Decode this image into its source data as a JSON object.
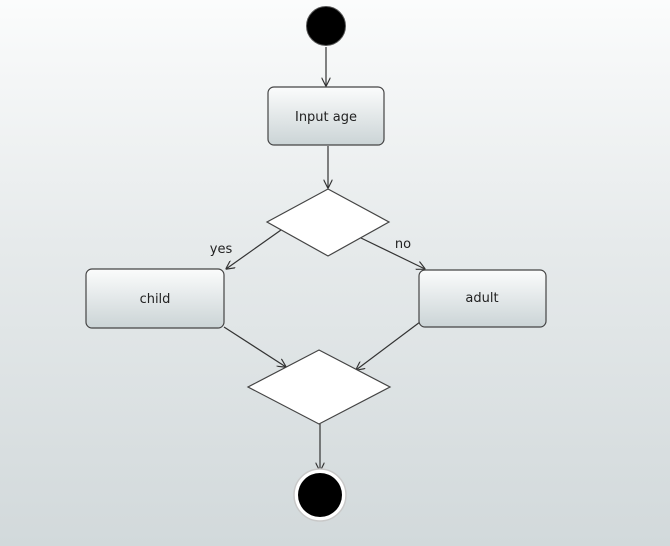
{
  "diagram": {
    "nodes": {
      "start": {
        "kind": "initial"
      },
      "input_age": {
        "kind": "action",
        "label": "Input age"
      },
      "decision": {
        "kind": "decision"
      },
      "child": {
        "kind": "action",
        "label": "child"
      },
      "adult": {
        "kind": "action",
        "label": "adult"
      },
      "merge": {
        "kind": "merge"
      },
      "end": {
        "kind": "final"
      }
    },
    "edges": [
      {
        "from": "start",
        "to": "input_age",
        "label": ""
      },
      {
        "from": "input_age",
        "to": "decision",
        "label": ""
      },
      {
        "from": "decision",
        "to": "child",
        "label": "yes"
      },
      {
        "from": "decision",
        "to": "adult",
        "label": "no"
      },
      {
        "from": "child",
        "to": "merge",
        "label": ""
      },
      {
        "from": "adult",
        "to": "merge",
        "label": ""
      },
      {
        "from": "merge",
        "to": "end",
        "label": ""
      }
    ]
  }
}
